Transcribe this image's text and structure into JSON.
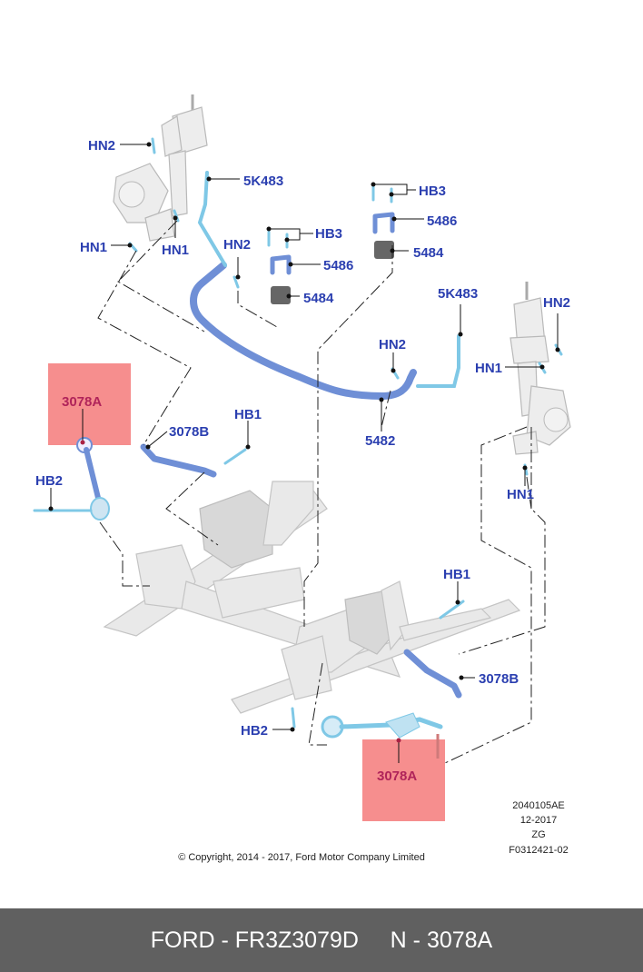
{
  "callouts": {
    "hn2_top_left": "HN2",
    "k483_left": "5K483",
    "hn1_left_a": "HN1",
    "hn1_left_b": "HN1",
    "hn2_mid": "HN2",
    "hb3_mid": "HB3",
    "p5486_mid": "5486",
    "p5484_mid": "5484",
    "hb3_right": "HB3",
    "p5486_right": "5486",
    "p5484_right": "5484",
    "k483_right": "5K483",
    "hn2_right": "HN2",
    "hn2_center": "HN2",
    "hn1_right_a": "HN1",
    "hn1_right_b": "HN1",
    "p5482": "5482",
    "a3078_left": "3078A",
    "b3078_left": "3078B",
    "hb1_left": "HB1",
    "hb2_left": "HB2",
    "hb1_right": "HB1",
    "b3078_right": "3078B",
    "hb2_bottom": "HB2",
    "a3078_bottom": "3078A"
  },
  "meta": {
    "code": "2040105AE",
    "date": "12-2017",
    "region": "ZG",
    "figure": "F0312421-02",
    "copyright": "© Copyright, 2014 - 2017, Ford Motor Company Limited"
  },
  "footer": {
    "text": "FORD - FR3Z3079D     N - 3078A"
  },
  "colors": {
    "callout": "#2b3fb0",
    "highlight_label": "#b0245a",
    "highlight_box": "#f47a7a",
    "part_blue": "#6f8fd6",
    "fastener_cyan": "#7fc8e6",
    "footer_bg": "#606060"
  }
}
